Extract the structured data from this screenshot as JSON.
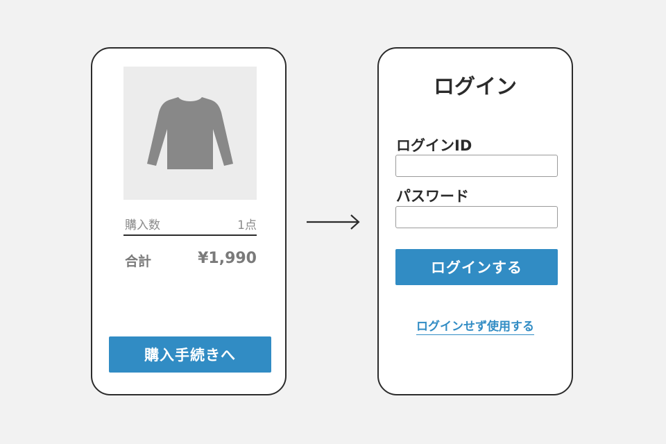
{
  "cart_screen": {
    "product_image_icon": "long-sleeve-shirt-icon",
    "quantity_label": "購入数",
    "quantity_value": "1点",
    "total_label": "合計",
    "total_value": "¥1,990",
    "checkout_button_label": "購入手続きへ"
  },
  "transition_icon": "right-arrow-icon",
  "login_screen": {
    "title": "ログイン",
    "id_label": "ログインID",
    "id_value": "",
    "password_label": "パスワード",
    "password_value": "",
    "login_button_label": "ログインする",
    "guest_link_label": "ログインせず使用する"
  },
  "colors": {
    "background": "#f2f2f2",
    "accent": "#318cc4",
    "outline": "#2b2b2b",
    "placeholder_image": "#ececec",
    "product_icon": "#888888"
  }
}
